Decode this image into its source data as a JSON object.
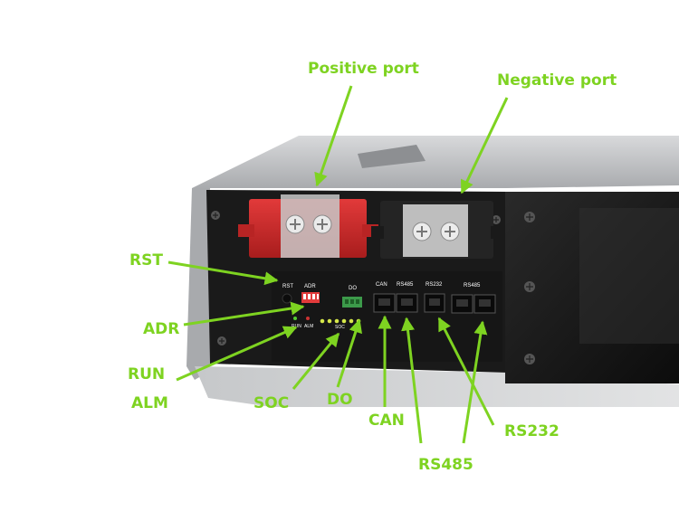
{
  "callouts": {
    "positive_port": "Positive port",
    "negative_port": "Negative port",
    "rst": "RST",
    "adr": "ADR",
    "run": "RUN",
    "alm": "ALM",
    "soc": "SOC",
    "do": "DO",
    "can": "CAN",
    "rs485": "RS485",
    "rs232": "RS232"
  },
  "panel_labels": {
    "rst": "RST",
    "adr": "ADR",
    "do": "DO",
    "can": "CAN",
    "rs485_a": "RS485",
    "rs232": "RS232",
    "rs485_b": "RS485",
    "run": "RUN",
    "alm": "ALM",
    "soc": "SOC"
  },
  "colors": {
    "callout": "#7ed321",
    "positive_terminal": "#d42b2b",
    "negative_terminal": "#1e1e1e",
    "chassis": "#bfc1c3",
    "panel": "#161616"
  },
  "icons": [
    "screw-icon",
    "rj45-port-icon",
    "dip-switch-icon",
    "led-icon"
  ]
}
